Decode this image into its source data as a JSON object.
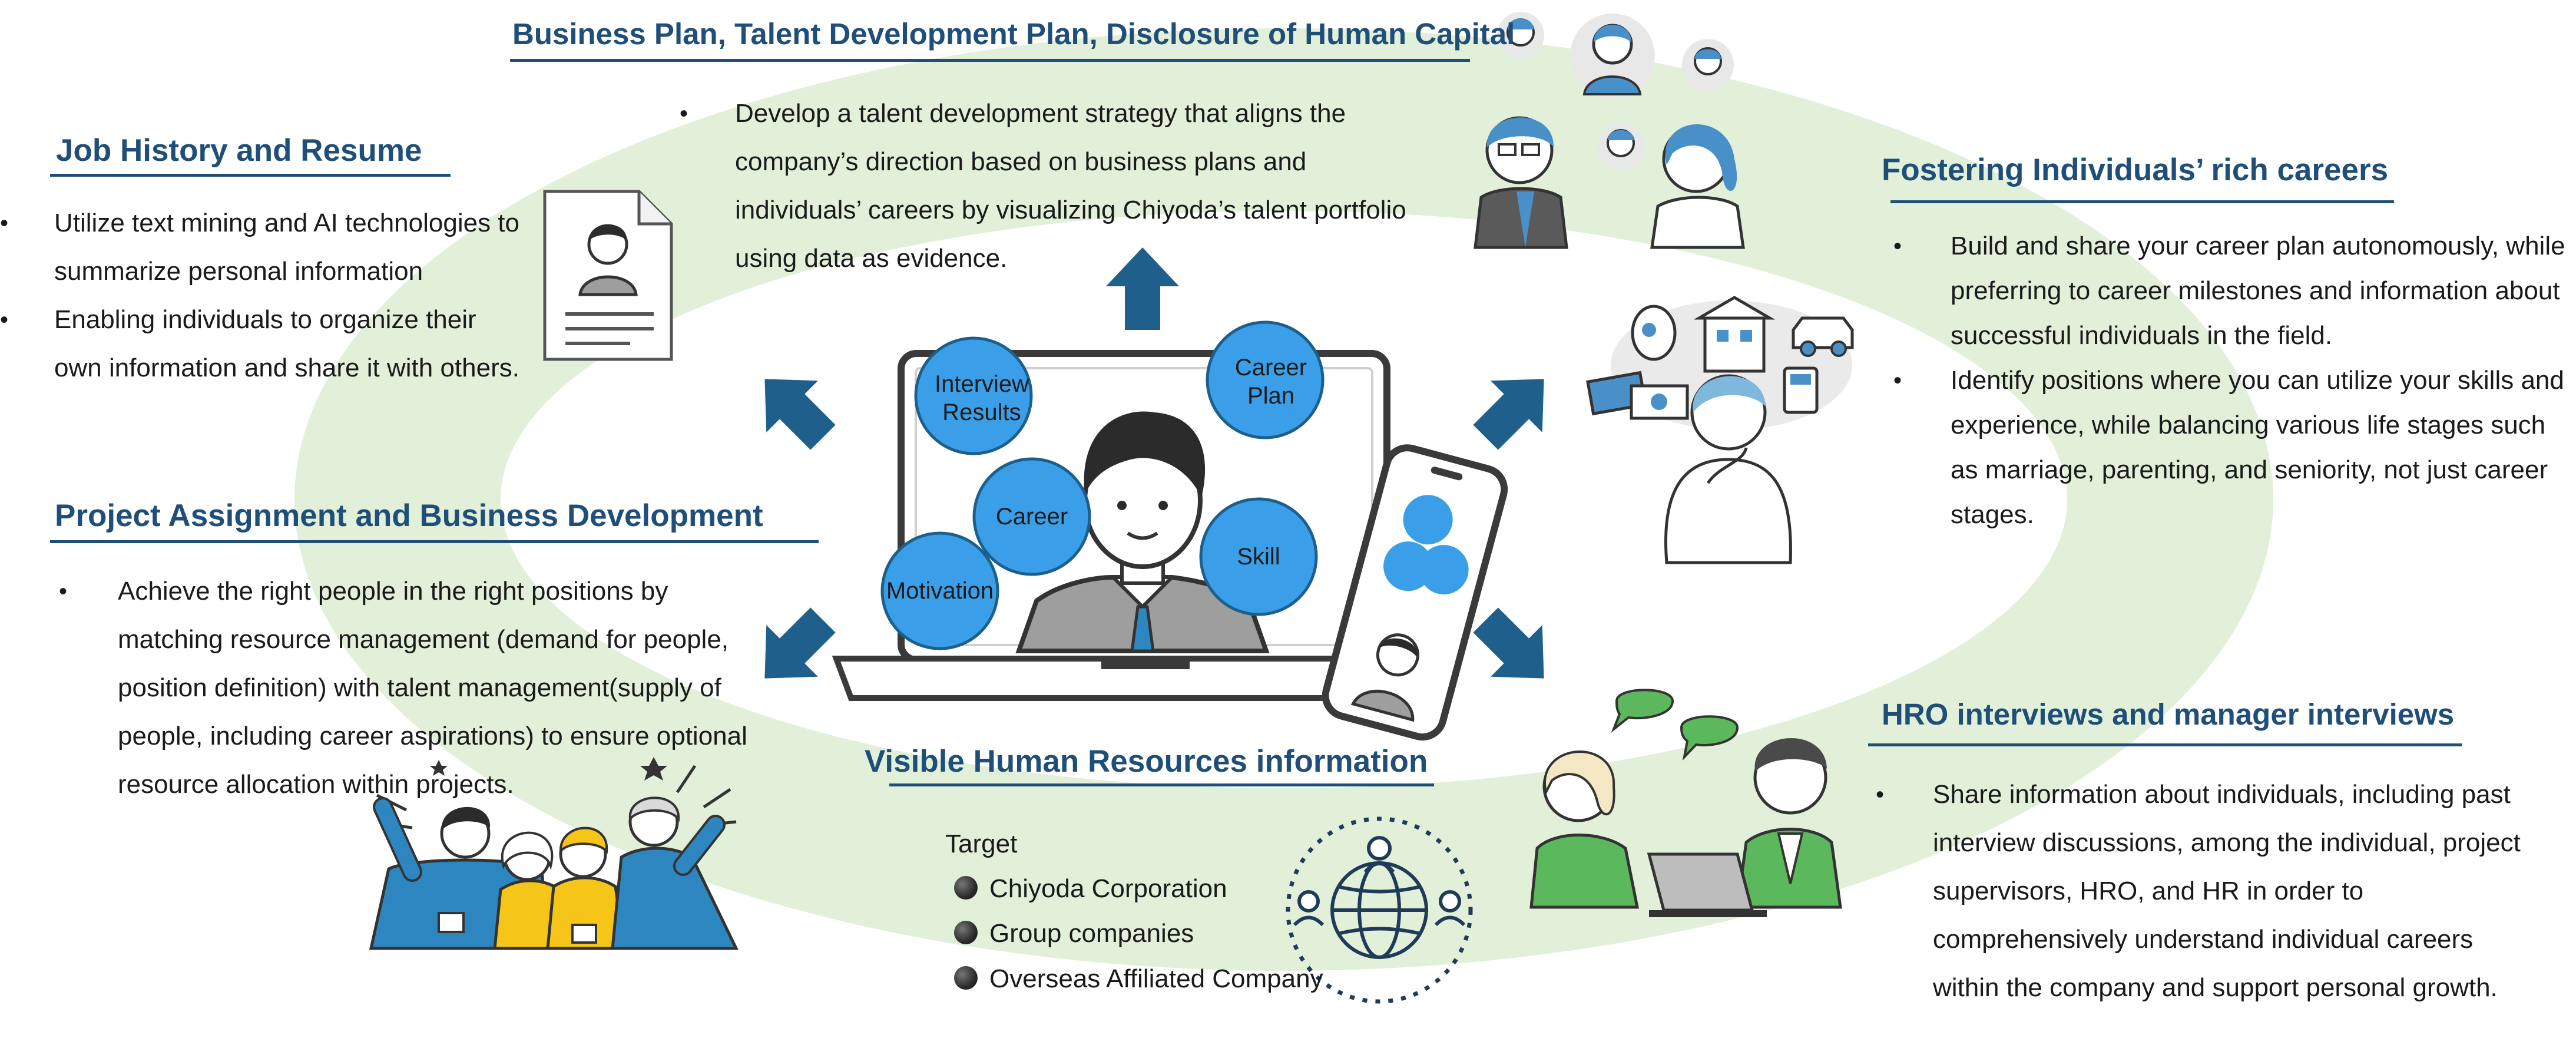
{
  "colors": {
    "heading": "#1f4e79",
    "ellipse": "#e2f0d9",
    "bubble": "#3a9fe8",
    "arrow": "#1f5f8b",
    "accent_blue": "#2e86c1",
    "accent_yellow": "#f5c518",
    "accent_green": "#5cb85c"
  },
  "sections": {
    "business_plan": {
      "title": "Business Plan, Talent Development Plan, Disclosure of Human Capital",
      "bullets": [
        "Develop a talent development strategy that aligns the company’s direction based on business plans and individuals’ careers by visualizing Chiyoda’s talent portfolio using data as evidence."
      ]
    },
    "job_history": {
      "title": "Job History and Resume",
      "bullets": [
        "Utilize text mining and AI technologies to summarize personal information",
        "Enabling individuals to organize their own information and share it with others."
      ]
    },
    "project_assignment": {
      "title": "Project Assignment and Business Development",
      "bullets": [
        "Achieve the right people in the right positions by matching resource management (demand for people, position definition) with talent management(supply of people, including career aspirations) to ensure optional resource allocation within projects."
      ]
    },
    "fostering": {
      "title": "Fostering Individuals’ rich careers",
      "bullets": [
        "Build and share your career plan autonomously, while preferring to career milestones and information about successful individuals in the field.",
        "Identify positions where you can utilize your skills and experience, while balancing various life stages such as marriage,  parenting, and seniority, not just career stages."
      ]
    },
    "hro": {
      "title": "HRO interviews and manager interviews",
      "bullets": [
        "Share information about individuals, including past interview discussions, among the individual, project supervisors, HRO, and HR in order to comprehensively understand individual careers within the company and support personal growth."
      ]
    },
    "visible_hr": {
      "title": "Visible Human Resources information",
      "target_label": "Target",
      "targets": [
        "Chiyoda Corporation",
        "Group companies",
        "Overseas Affiliated Company"
      ]
    }
  },
  "center": {
    "bubbles": [
      "Interview Results",
      "Career Plan",
      "Career",
      "Skill",
      "Motivation"
    ]
  },
  "icons": {
    "arrows": [
      "arrow-up-icon",
      "arrow-up-left-icon",
      "arrow-up-right-icon",
      "arrow-down-left-icon",
      "arrow-down-right-icon"
    ],
    "illustrations": [
      "laptop-icon",
      "person-icon",
      "smartphone-icon",
      "resume-icon",
      "global-network-icon",
      "team-celebrate-icon",
      "conversation-icon",
      "thinking-person-icon",
      "discussion-group-icon"
    ]
  }
}
